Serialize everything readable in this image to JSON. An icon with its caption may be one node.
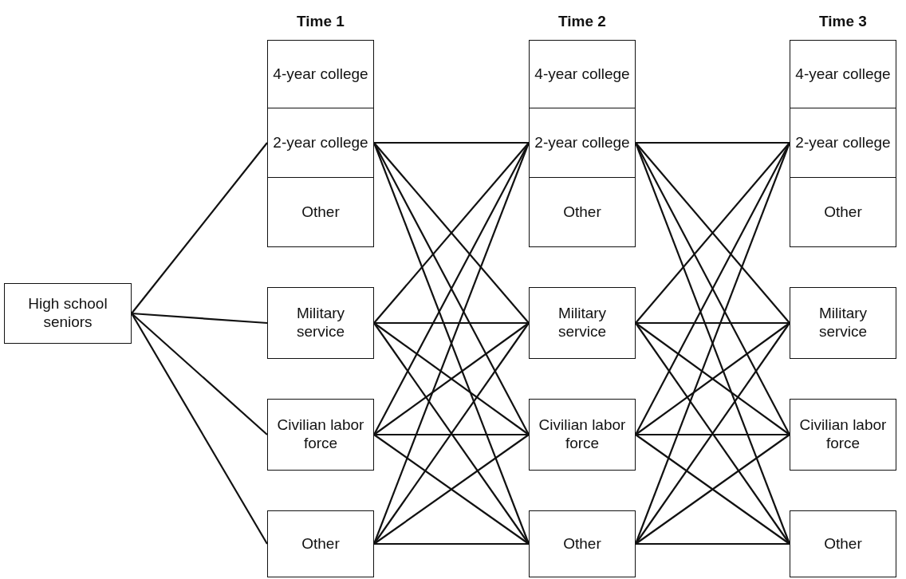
{
  "diagram": {
    "nodes": [
      {
        "text": [
          "High school seniors"
        ]
      },
      {
        "text": [
          "4-year college"
        ]
      },
      {
        "text": [
          "2-year college"
        ]
      },
      {
        "text": [
          "Other"
        ]
      },
      {
        "text": [
          "Military service"
        ]
      },
      {
        "text": [
          "Civilian labor force"
        ]
      },
      {
        "text": [
          "Other"
        ]
      },
      {
        "text": [
          "4-year college"
        ]
      },
      {
        "text": [
          "2-year college"
        ]
      },
      {
        "text": [
          "Other"
        ]
      },
      {
        "text": [
          "Military service"
        ]
      },
      {
        "text": [
          "Civilian labor force"
        ]
      },
      {
        "text": [
          "Other"
        ]
      },
      {
        "text": [
          "4-year college"
        ]
      },
      {
        "text": [
          "2-year college"
        ]
      },
      {
        "text": [
          "Other"
        ]
      },
      {
        "text": [
          "Military service"
        ]
      },
      {
        "text": [
          "Civilian labor force"
        ]
      },
      {
        "text": [
          "Other"
        ]
      }
    ],
    "edges": [
      {
        "from": 0,
        "to": 2,
        "arrow": "none"
      },
      {
        "from": 0,
        "to": 4,
        "arrow": "none"
      },
      {
        "from": 0,
        "to": 5,
        "arrow": "none"
      },
      {
        "from": 0,
        "to": 6,
        "arrow": "none"
      },
      {
        "from": 2,
        "to": 8,
        "arrow": "none"
      },
      {
        "from": 2,
        "to": 10,
        "arrow": "none"
      },
      {
        "from": 2,
        "to": 11,
        "arrow": "none"
      },
      {
        "from": 2,
        "to": 12,
        "arrow": "none"
      },
      {
        "from": 4,
        "to": 8,
        "arrow": "none"
      },
      {
        "from": 4,
        "to": 10,
        "arrow": "none"
      },
      {
        "from": 4,
        "to": 11,
        "arrow": "none"
      },
      {
        "from": 4,
        "to": 12,
        "arrow": "none"
      },
      {
        "from": 5,
        "to": 8,
        "arrow": "none"
      },
      {
        "from": 5,
        "to": 10,
        "arrow": "none"
      },
      {
        "from": 5,
        "to": 11,
        "arrow": "none"
      },
      {
        "from": 5,
        "to": 12,
        "arrow": "none"
      },
      {
        "from": 6,
        "to": 8,
        "arrow": "none"
      },
      {
        "from": 6,
        "to": 10,
        "arrow": "none"
      },
      {
        "from": 6,
        "to": 11,
        "arrow": "none"
      },
      {
        "from": 6,
        "to": 12,
        "arrow": "none"
      },
      {
        "from": 8,
        "to": 14,
        "arrow": "none"
      },
      {
        "from": 8,
        "to": 16,
        "arrow": "none"
      },
      {
        "from": 8,
        "to": 17,
        "arrow": "none"
      },
      {
        "from": 8,
        "to": 18,
        "arrow": "none"
      },
      {
        "from": 10,
        "to": 14,
        "arrow": "none"
      },
      {
        "from": 10,
        "to": 16,
        "arrow": "none"
      },
      {
        "from": 10,
        "to": 17,
        "arrow": "none"
      },
      {
        "from": 10,
        "to": 18,
        "arrow": "none"
      },
      {
        "from": 11,
        "to": 14,
        "arrow": "none"
      },
      {
        "from": 11,
        "to": 16,
        "arrow": "none"
      },
      {
        "from": 11,
        "to": 17,
        "arrow": "none"
      },
      {
        "from": 11,
        "to": 18,
        "arrow": "none"
      },
      {
        "from": 12,
        "to": 14,
        "arrow": "none"
      },
      {
        "from": 12,
        "to": 16,
        "arrow": "none"
      },
      {
        "from": 12,
        "to": 17,
        "arrow": "none"
      },
      {
        "from": 12,
        "to": 18,
        "arrow": "none"
      }
    ],
    "labels": [
      "Time 1",
      "Time 2",
      "Time 3"
    ]
  }
}
